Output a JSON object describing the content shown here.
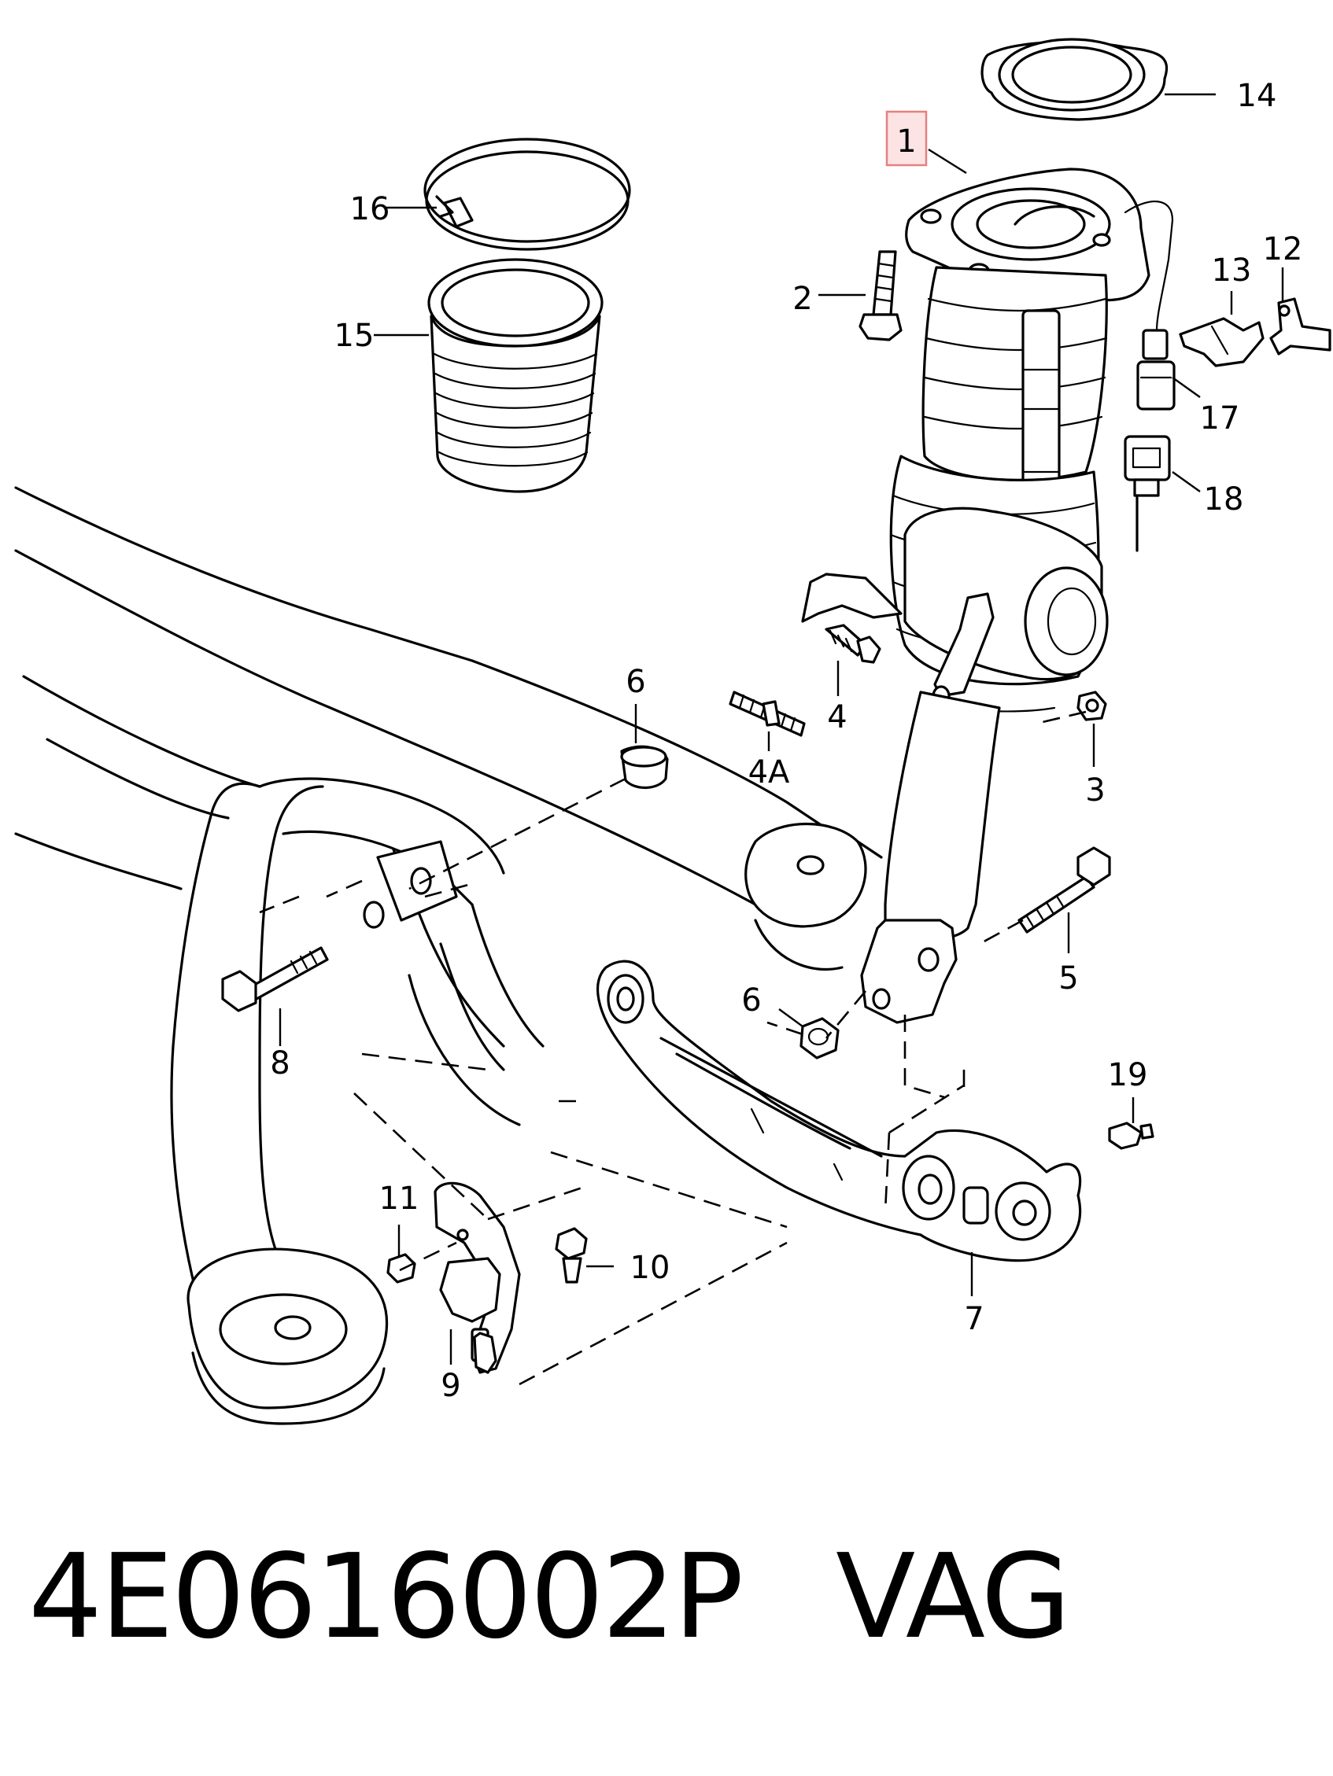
{
  "callouts": {
    "c1": "1",
    "c2": "2",
    "c3": "3",
    "c4": "4",
    "c4a": "4A",
    "c5": "5",
    "c6a": "6",
    "c6b": "6",
    "c7": "7",
    "c8": "8",
    "c9": "9",
    "c10": "10",
    "c11": "11",
    "c12": "12",
    "c13": "13",
    "c14": "14",
    "c15": "15",
    "c16": "16",
    "c17": "17",
    "c18": "18",
    "c19": "19"
  },
  "highlighted_callout": "1",
  "footer": {
    "part_number": "4E0616002P",
    "brand": "VAG"
  }
}
